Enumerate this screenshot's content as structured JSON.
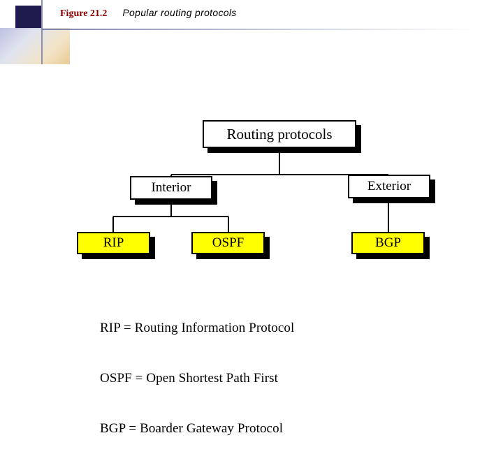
{
  "header": {
    "figure_label": "Figure 21.2",
    "caption": "Popular routing protocols",
    "accent_color": "#8b0000"
  },
  "diagram": {
    "type": "tree",
    "node_fill_default": "#ffffff",
    "node_fill_leaf": "#ffff00",
    "nodes": [
      {
        "id": "root",
        "label": "Routing protocols",
        "level": 0
      },
      {
        "id": "interior",
        "label": "Interior",
        "level": 1
      },
      {
        "id": "exterior",
        "label": "Exterior",
        "level": 1
      },
      {
        "id": "rip",
        "label": "RIP",
        "level": 2
      },
      {
        "id": "ospf",
        "label": "OSPF",
        "level": 2
      },
      {
        "id": "bgp",
        "label": "BGP",
        "level": 2
      }
    ],
    "edges": [
      {
        "from": "root",
        "to": "interior"
      },
      {
        "from": "root",
        "to": "exterior"
      },
      {
        "from": "interior",
        "to": "rip"
      },
      {
        "from": "interior",
        "to": "ospf"
      },
      {
        "from": "exterior",
        "to": "bgp"
      }
    ]
  },
  "legend": {
    "line1": "RIP = Routing Information Protocol",
    "line2": "OSPF = Open Shortest Path First",
    "line3": "BGP = Boarder Gateway Protocol"
  }
}
